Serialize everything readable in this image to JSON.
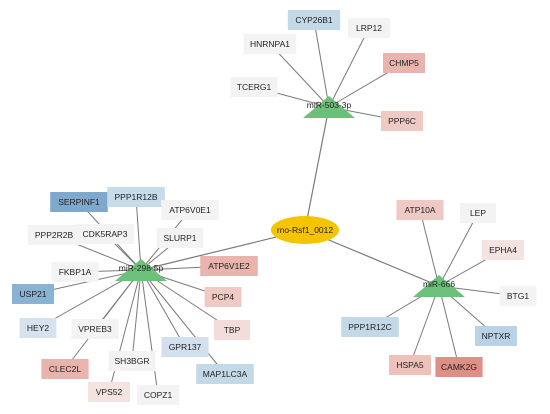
{
  "hub": {
    "label": "rno-Rsf1_0012",
    "color": "#f5c400"
  },
  "mirnas": [
    {
      "label": "miR-503-3p",
      "color": "#6cc07a"
    },
    {
      "label": "miR-298-5p",
      "color": "#6cc07a"
    },
    {
      "label": "miR-666",
      "color": "#6cc07a"
    }
  ],
  "genes": [
    {
      "label": "CYP26B1",
      "mirna": 0,
      "color": "#c4d9e8"
    },
    {
      "label": "LRP12",
      "mirna": 0,
      "color": "#f3f3f3"
    },
    {
      "label": "HNRNPA1",
      "mirna": 0,
      "color": "#f3f3f3"
    },
    {
      "label": "CHMP5",
      "mirna": 0,
      "color": "#e9b4ae"
    },
    {
      "label": "TCERG1",
      "mirna": 0,
      "color": "#f3f3f3"
    },
    {
      "label": "PPP6C",
      "mirna": 0,
      "color": "#efc9c4"
    },
    {
      "label": "SERPINF1",
      "mirna": 1,
      "color": "#7ea9cc"
    },
    {
      "label": "PPP1R12B",
      "mirna": 1,
      "color": "#c7dbe8"
    },
    {
      "label": "ATP6V0E1",
      "mirna": 1,
      "color": "#f3f3f3"
    },
    {
      "label": "PPP2R2B",
      "mirna": 1,
      "color": "#f3f3f3"
    },
    {
      "label": "CDK5RAP3",
      "mirna": 1,
      "color": "#f3f3f3"
    },
    {
      "label": "SLURP1",
      "mirna": 1,
      "color": "#f3f3f3"
    },
    {
      "label": "FKBP1A",
      "mirna": 1,
      "color": "#f3f3f3"
    },
    {
      "label": "ATP6V1E2",
      "mirna": 1,
      "color": "#e9b4ae"
    },
    {
      "label": "USP21",
      "mirna": 1,
      "color": "#89b2d3"
    },
    {
      "label": "PCP4",
      "mirna": 1,
      "color": "#efc9c4"
    },
    {
      "label": "HEY2",
      "mirna": 1,
      "color": "#d6e3ee"
    },
    {
      "label": "VPREB3",
      "mirna": 1,
      "color": "#f3f3f3"
    },
    {
      "label": "TBP",
      "mirna": 1,
      "color": "#f3dcd9"
    },
    {
      "label": "GPR137",
      "mirna": 1,
      "color": "#d1e0ec"
    },
    {
      "label": "SH3BGR",
      "mirna": 1,
      "color": "#f3f3f3"
    },
    {
      "label": "CLEC2L",
      "mirna": 1,
      "color": "#e9b4ae"
    },
    {
      "label": "MAP1LC3A",
      "mirna": 1,
      "color": "#c4d9e8"
    },
    {
      "label": "VPS52",
      "mirna": 1,
      "color": "#f3e4e2"
    },
    {
      "label": "COPZ1",
      "mirna": 1,
      "color": "#f3f3f3"
    },
    {
      "label": "ATP10A",
      "mirna": 2,
      "color": "#efc9c4"
    },
    {
      "label": "LEP",
      "mirna": 2,
      "color": "#f3f3f3"
    },
    {
      "label": "EPHA4",
      "mirna": 2,
      "color": "#f3e4e2"
    },
    {
      "label": "BTG1",
      "mirna": 2,
      "color": "#f3f3f3"
    },
    {
      "label": "PPP1R12C",
      "mirna": 2,
      "color": "#c4d9e8"
    },
    {
      "label": "NPTXR",
      "mirna": 2,
      "color": "#b9d2e6"
    },
    {
      "label": "HSPA5",
      "mirna": 2,
      "color": "#efc1bb"
    },
    {
      "label": "CAMK2G",
      "mirna": 2,
      "color": "#de8f86"
    }
  ],
  "edge_color": "#7a7a7a"
}
